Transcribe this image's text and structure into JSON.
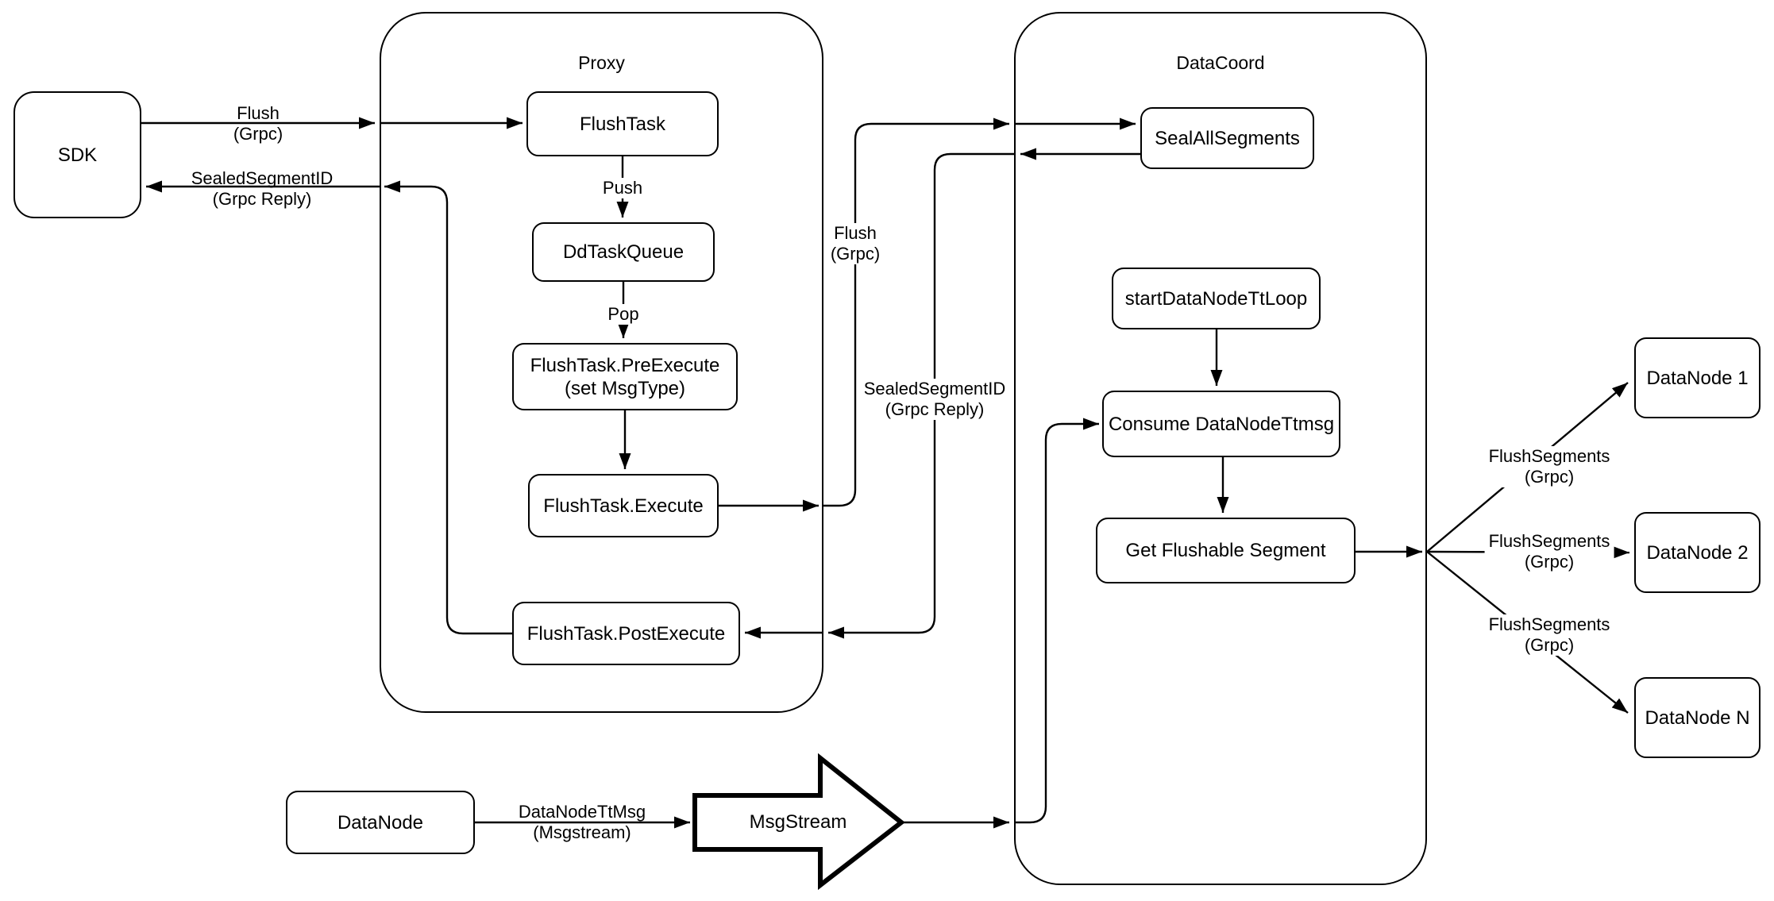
{
  "containers": {
    "proxy": {
      "label": "Proxy"
    },
    "datacoord": {
      "label": "DataCoord"
    }
  },
  "nodes": {
    "sdk": {
      "label": "SDK"
    },
    "flush_task": {
      "label": "FlushTask"
    },
    "dd_task_queue": {
      "label": "DdTaskQueue"
    },
    "pre_execute": {
      "label": "FlushTask.PreExecute",
      "sublabel": "(set MsgType)"
    },
    "execute": {
      "label": "FlushTask.Execute"
    },
    "post_execute": {
      "label": "FlushTask.PostExecute"
    },
    "seal_all_segments": {
      "label": "SealAllSegments"
    },
    "start_tt_loop": {
      "label": "startDataNodeTtLoop"
    },
    "consume_ttmsg": {
      "label": "Consume DataNodeTtmsg"
    },
    "get_flushable": {
      "label": "Get Flushable Segment"
    },
    "datanode_1": {
      "label": "DataNode 1"
    },
    "datanode_2": {
      "label": "DataNode 2"
    },
    "datanode_n": {
      "label": "DataNode N"
    },
    "datanode_bottom": {
      "label": "DataNode"
    },
    "msgstream": {
      "label": "MsgStream"
    }
  },
  "edge_labels": {
    "flush_sdk": {
      "line1": "Flush",
      "line2": "(Grpc)"
    },
    "sealed_sdk": {
      "line1": "SealedSegmentID",
      "line2": "(Grpc Reply)"
    },
    "push": {
      "line1": "Push"
    },
    "pop": {
      "line1": "Pop"
    },
    "flush_mid": {
      "line1": "Flush",
      "line2": "(Grpc)"
    },
    "sealed_mid": {
      "line1": "SealedSegmentID",
      "line2": "(Grpc Reply)"
    },
    "flush_segments_1": {
      "line1": "FlushSegments",
      "line2": "(Grpc)"
    },
    "flush_segments_2": {
      "line1": "FlushSegments",
      "line2": "(Grpc)"
    },
    "flush_segments_3": {
      "line1": "FlushSegments",
      "line2": "(Grpc)"
    },
    "datanode_ttmsg": {
      "line1": "DataNodeTtMsg",
      "line2": "(Msgstream)"
    }
  },
  "colors": {
    "stroke": "#000000",
    "background": "#ffffff"
  }
}
